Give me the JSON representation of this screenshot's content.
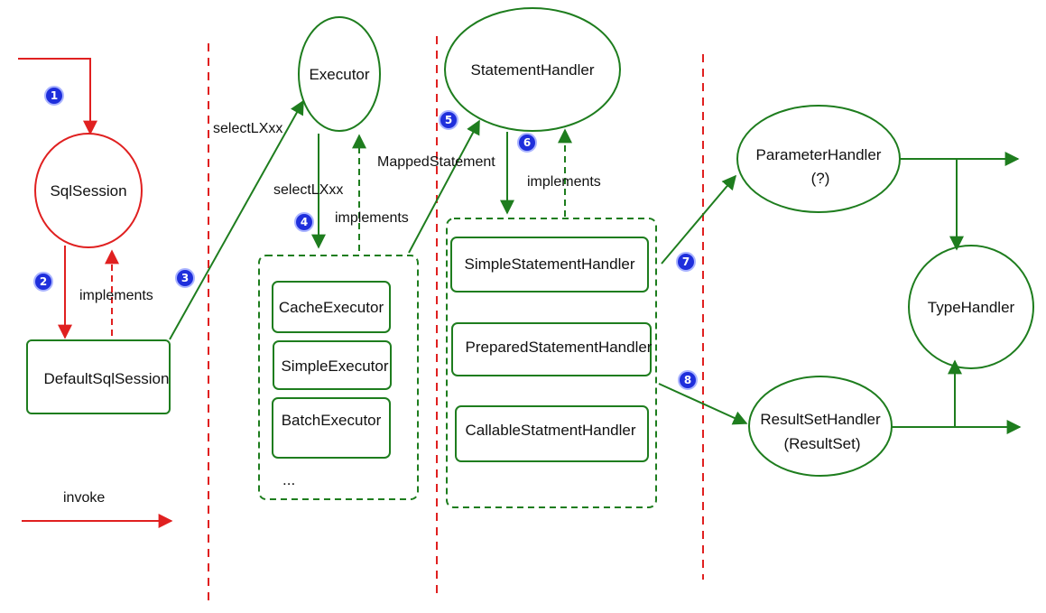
{
  "colors": {
    "red": "#e02020",
    "green": "#1e7d1e",
    "badge": "#1f2fdc"
  },
  "nodes": {
    "sqlsession": "SqlSession",
    "default_sql_session": "DefaultSqlSession",
    "executor": "Executor",
    "cache_executor": "CacheExecutor",
    "simple_executor": "SimpleExecutor",
    "batch_executor": "BatchExecutor",
    "executor_more": "...",
    "statement_handler": "StatementHandler",
    "simple_statement_handler": "SimpleStatementHandler",
    "prepared_statement_handler": "PreparedStatementHandler",
    "callable_statement_handler": "CallableStatmentHandler",
    "parameter_handler": "ParameterHandler",
    "parameter_handler_sub": "(?)",
    "type_handler": "TypeHandler",
    "result_set_handler": "ResultSetHandler",
    "result_set_handler_sub": "(ResultSet)"
  },
  "edge_labels": {
    "implements_session": "implements",
    "select_to_executor": "selectLXxx",
    "select_in_executor": "selectLXxx",
    "implements_executor": "implements",
    "mapped_statement": "MappedStatement",
    "implements_handler": "implements"
  },
  "legend": {
    "invoke": "invoke"
  },
  "badges": [
    "1",
    "2",
    "3",
    "4",
    "5",
    "6",
    "7",
    "8"
  ]
}
